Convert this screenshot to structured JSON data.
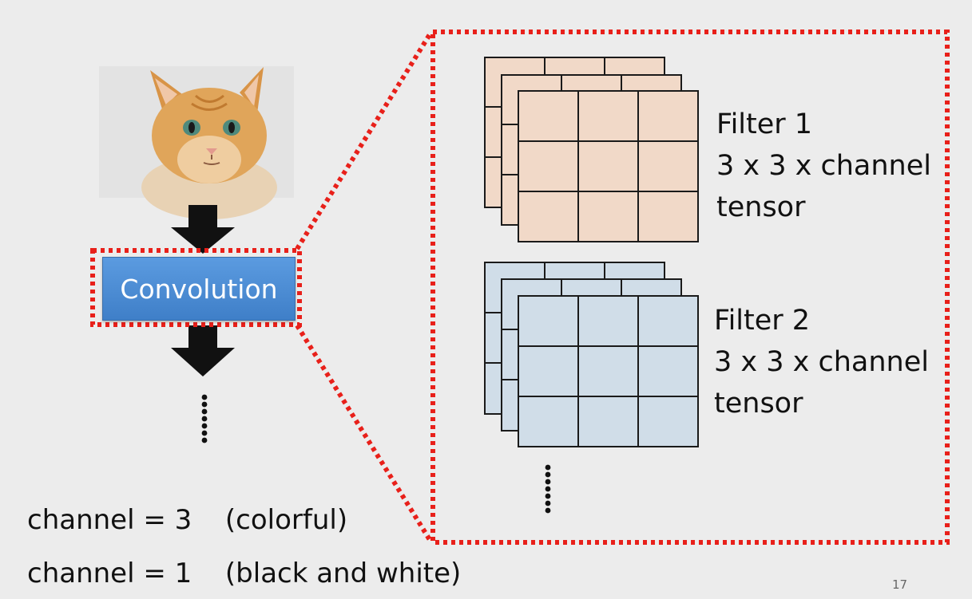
{
  "image": {
    "alt": "cat-photo",
    "colors": {
      "background": "#e3e3e3",
      "fur": "#e0a55a",
      "eye": "#4f8a7c"
    }
  },
  "convolution_label": "Convolution",
  "filters": [
    {
      "title": "Filter 1",
      "line2": "3 x 3 x channel",
      "line3": "tensor",
      "color": "#f1d9c8"
    },
    {
      "title": "Filter 2",
      "line2": "3 x 3 x channel",
      "line3": "tensor",
      "color": "#d0dde8"
    }
  ],
  "channel_notes": [
    {
      "text": "channel = 3",
      "desc": "(colorful)"
    },
    {
      "text": "channel = 1",
      "desc": "(black and white)"
    }
  ],
  "page_number": "17",
  "colors": {
    "dotted_border": "#e8201a",
    "arrow": "#111111",
    "conv_box": "#4a8bd6"
  }
}
